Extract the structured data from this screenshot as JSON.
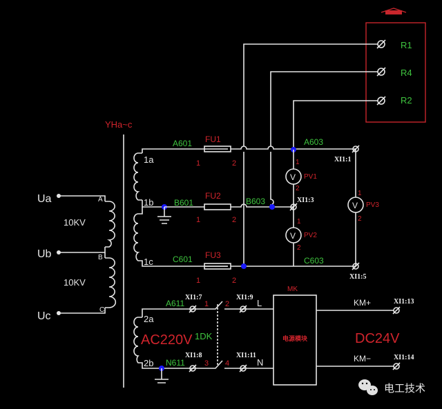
{
  "colors": {
    "background": "#000000",
    "wire": "#e6e6e6",
    "wire_label": "#3fc43f",
    "annotation": "#d0242c",
    "junction": "#1a1aff"
  },
  "top_marker": {
    "label": ""
  },
  "relay_box": {
    "terminals": [
      "R1",
      "R4",
      "R2"
    ]
  },
  "transformer": {
    "name": "YHa~c",
    "primary": {
      "phases": [
        "Ua",
        "Ub",
        "Uc"
      ],
      "taps": [
        "A",
        "B",
        "C"
      ],
      "voltages": [
        "10KV",
        "10KV"
      ]
    },
    "secondary": {
      "taps": [
        "1a",
        "1b",
        "1c"
      ]
    },
    "aux_winding": {
      "taps": [
        "2a",
        "2b"
      ],
      "voltage": "AC220V"
    }
  },
  "wires": {
    "a_in": "A601",
    "b_in": "B601",
    "c_in": "C601",
    "a_out": "A603",
    "b_out": "B603",
    "c_out": "C603",
    "aux_a": "A611",
    "aux_n": "N611"
  },
  "fuses": [
    {
      "name": "FU1",
      "pin1": "1",
      "pin2": "2"
    },
    {
      "name": "FU2",
      "pin1": "1",
      "pin2": "2"
    },
    {
      "name": "FU3",
      "pin1": "1",
      "pin2": "2"
    }
  ],
  "voltmeters": [
    {
      "name": "PV1",
      "symbol": "V",
      "pin1": "1",
      "pin2": "2"
    },
    {
      "name": "PV2",
      "symbol": "V",
      "pin1": "1",
      "pin2": "2"
    },
    {
      "name": "PV3",
      "symbol": "V",
      "pin1": "1",
      "pin2": "2"
    }
  ],
  "terminals": {
    "x1_1": "XI1:1",
    "x1_3": "XI1:3",
    "x1_5": "XI1:5",
    "x1_7": "XI1:7",
    "x1_8": "XI1:8",
    "x1_9": "XI1:9",
    "x1_11": "XI1:11",
    "x1_13": "XI1:13",
    "x1_14": "XI1:14"
  },
  "switch": {
    "name": "1DK",
    "pins": [
      "1",
      "2",
      "3",
      "4"
    ]
  },
  "power_module": {
    "name": "MK",
    "body": "电源模块",
    "input_l": "L",
    "input_n": "N",
    "out_pos": "KM+",
    "out_neg": "KM−",
    "output_voltage": "DC24V"
  },
  "watermark": {
    "icon": "wechat-icon",
    "text": "电工技术"
  }
}
